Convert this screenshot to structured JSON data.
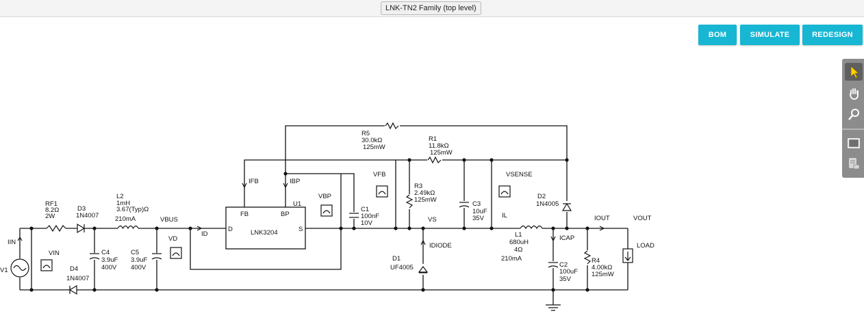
{
  "header": {
    "title": "LNK-TN2 Family (top level)"
  },
  "actions": {
    "bom": "BOM",
    "simulate": "SIMULATE",
    "redesign": "REDESIGN"
  },
  "tools": [
    "pointer-icon",
    "hand-icon",
    "zoom-icon",
    "fit-view-icon",
    "layers-icon"
  ],
  "colors": {
    "accent": "#17b6d3",
    "toolbar": "#8c8c8c",
    "pointer_active": "#ffd200"
  },
  "schematic": {
    "labels": {
      "rf1_name": "RF1",
      "rf1_v1": "8.2Ω",
      "rf1_v2": "2W",
      "d3_name": "D3",
      "d3_v1": "1N4007",
      "l2_name": "L2",
      "l2_v1": "1mH",
      "l2_v2": "3.67(Typ)Ω",
      "l2_v3": "210mA",
      "vbus": "VBUS",
      "c4_name": "C4",
      "c4_v1": "3.9uF",
      "c4_v2": "400V",
      "c5_name": "C5",
      "c5_v1": "3.9uF",
      "c5_v2": "400V",
      "d4_name": "D4",
      "d4_v1": "1N4007",
      "iin": "IIN",
      "vin": "VIN",
      "v1": "V1",
      "vd": "VD",
      "id": "ID",
      "u1_name": "U1",
      "u1_part": "LNK3204",
      "pin_fb": "FB",
      "pin_bp": "BP",
      "pin_d": "D",
      "pin_s": "S",
      "ifb": "IFB",
      "ibp": "IBP",
      "vbp": "VBP",
      "c1_name": "C1",
      "c1_v1": "100nF",
      "c1_v2": "10V",
      "r5_name": "R5",
      "r5_v1": "30.0kΩ",
      "r5_v2": "125mW",
      "r1_name": "R1",
      "r1_v1": "11.8kΩ",
      "r1_v2": "125mW",
      "vfb": "VFB",
      "r3_name": "R3",
      "r3_v1": "2.49kΩ",
      "r3_v2": "125mW",
      "vs": "VS",
      "idiode": "IDIODE",
      "d1_name": "D1",
      "d1_v1": "UF4005",
      "c3_name": "C3",
      "c3_v1": "10uF",
      "c3_v2": "35V",
      "vsense": "VSENSE",
      "d2_name": "D2",
      "d2_v1": "1N4005",
      "il": "IL",
      "l1_name": "L1",
      "l1_v1": "680uH",
      "l1_v2": "4Ω",
      "l1_v3": "210mA",
      "icap": "ICAP",
      "c2_name": "C2",
      "c2_v1": "100uF",
      "c2_v2": "35V",
      "iout": "IOUT",
      "vout": "VOUT",
      "r4_name": "R4",
      "r4_v1": "4.00kΩ",
      "r4_v2": "125mW",
      "load": "LOAD"
    }
  }
}
